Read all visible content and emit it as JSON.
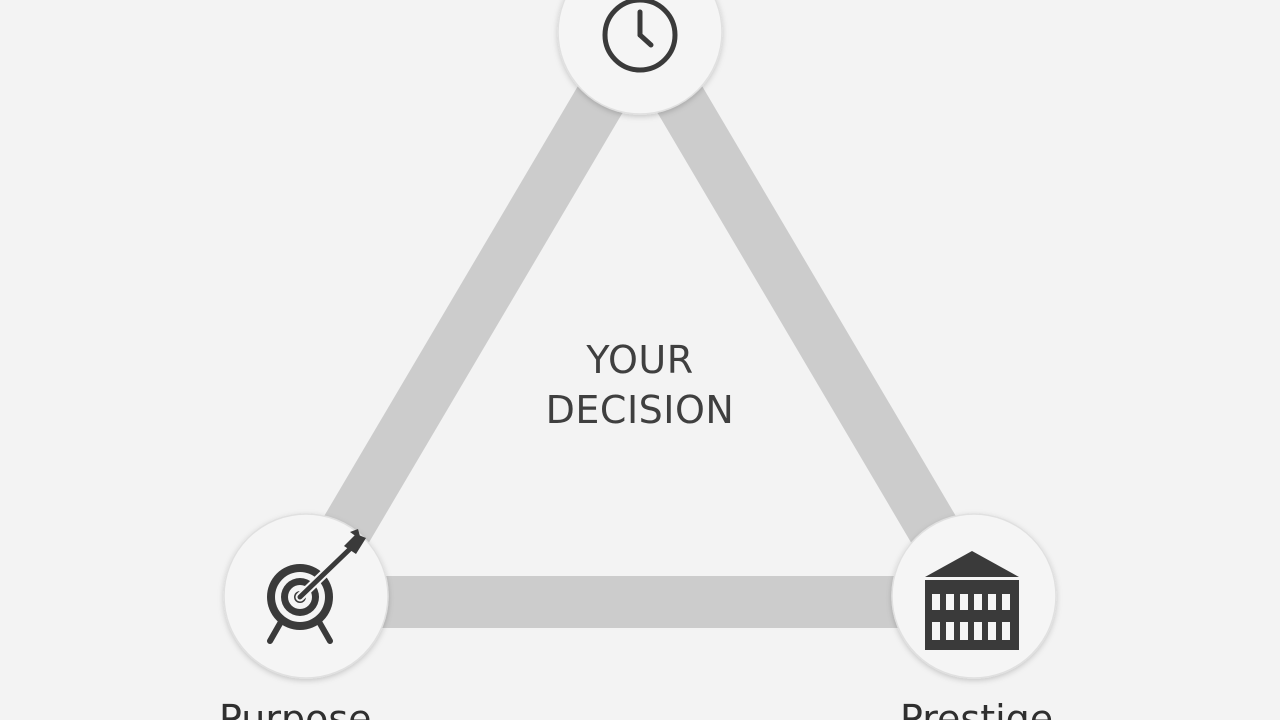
{
  "diagram": {
    "center_lines": [
      "YOUR",
      "DECISION"
    ],
    "nodes": [
      {
        "id": "time",
        "icon": "clock-icon",
        "label": ""
      },
      {
        "id": "purpose",
        "icon": "target-arrow-icon",
        "label": "Purpose"
      },
      {
        "id": "prestige",
        "icon": "institution-building-icon",
        "label": "Prestige"
      }
    ]
  },
  "colors": {
    "background": "#f3f3f3",
    "connector": "#cccccc",
    "node_fill": "#f5f5f5",
    "icon": "#3a3a3a",
    "text": "#3f3f3f"
  }
}
